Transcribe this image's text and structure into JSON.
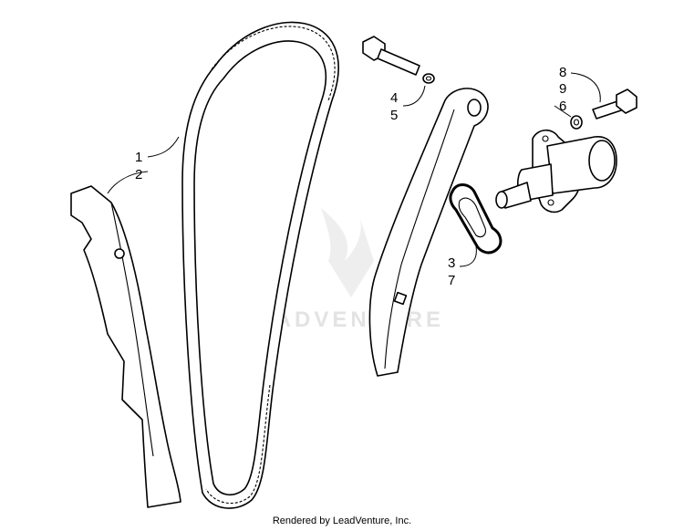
{
  "diagram": {
    "watermark": "LEADVENTURE",
    "callouts": {
      "c1": "1",
      "c2": "2",
      "c3": "3",
      "c4": "4",
      "c5": "5",
      "c6": "6",
      "c7": "7",
      "c8": "8",
      "c9": "9"
    }
  },
  "footer": {
    "credit": "Rendered by LeadVenture, Inc."
  }
}
